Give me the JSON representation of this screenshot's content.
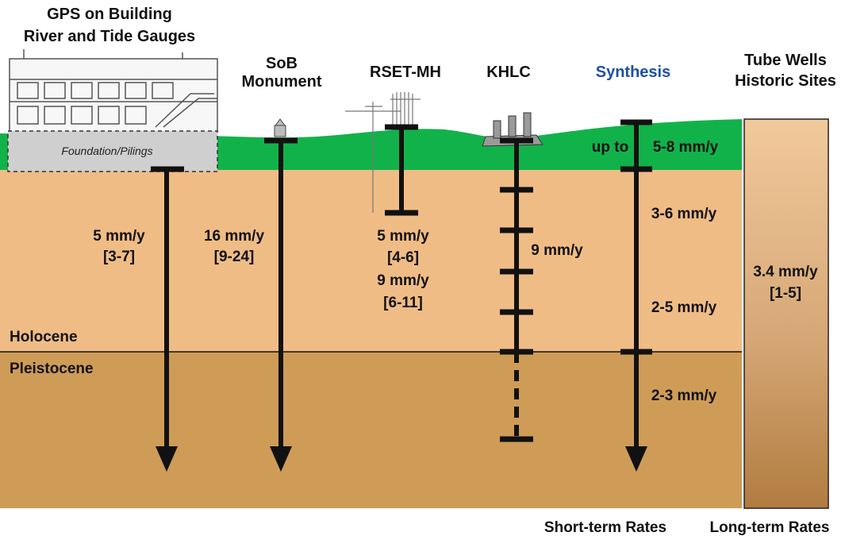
{
  "headers": {
    "gps": [
      "GPS on Building",
      "River and Tide Gauges"
    ],
    "sob": [
      "SoB",
      "Monument"
    ],
    "rset": "RSET-MH",
    "khlc": "KHLC",
    "synthesis": "Synthesis",
    "tubewells": [
      "Tube Wells",
      "Historic Sites"
    ]
  },
  "foundation_label": "Foundation/Pilings",
  "layers": {
    "holocene": "Holocene",
    "pleistocene": "Pleistocene"
  },
  "rates": {
    "gps": {
      "rate": "5 mm/y",
      "range": "[3-7]"
    },
    "sob": {
      "rate": "16 mm/y",
      "range": "[9-24]"
    },
    "rset": {
      "rate1": "5 mm/y",
      "range1": "[4-6]",
      "rate2": "9 mm/y",
      "range2": "[6-11]"
    },
    "khlc": {
      "rate": "9 mm/y"
    },
    "synthesis": {
      "prefix": "up to",
      "surface": "5-8 mm/y",
      "upper_holocene": "3-6 mm/y",
      "lower_holocene": "2-5 mm/y",
      "pleistocene": "2-3 mm/y"
    },
    "tubewells": {
      "rate": "3.4 mm/y",
      "range": "[1-5]"
    }
  },
  "footer": {
    "short_term": "Short-term Rates",
    "long_term": "Long-term Rates"
  },
  "colors": {
    "surface": "#12b24a",
    "holocene": "#f0bc86",
    "pleistocene": "#cf9c58",
    "synthesis_text": "#1f4fa0",
    "foundation": "#cfcfcf",
    "column_top": "#f1c99c",
    "column_bottom": "#b07c40"
  }
}
